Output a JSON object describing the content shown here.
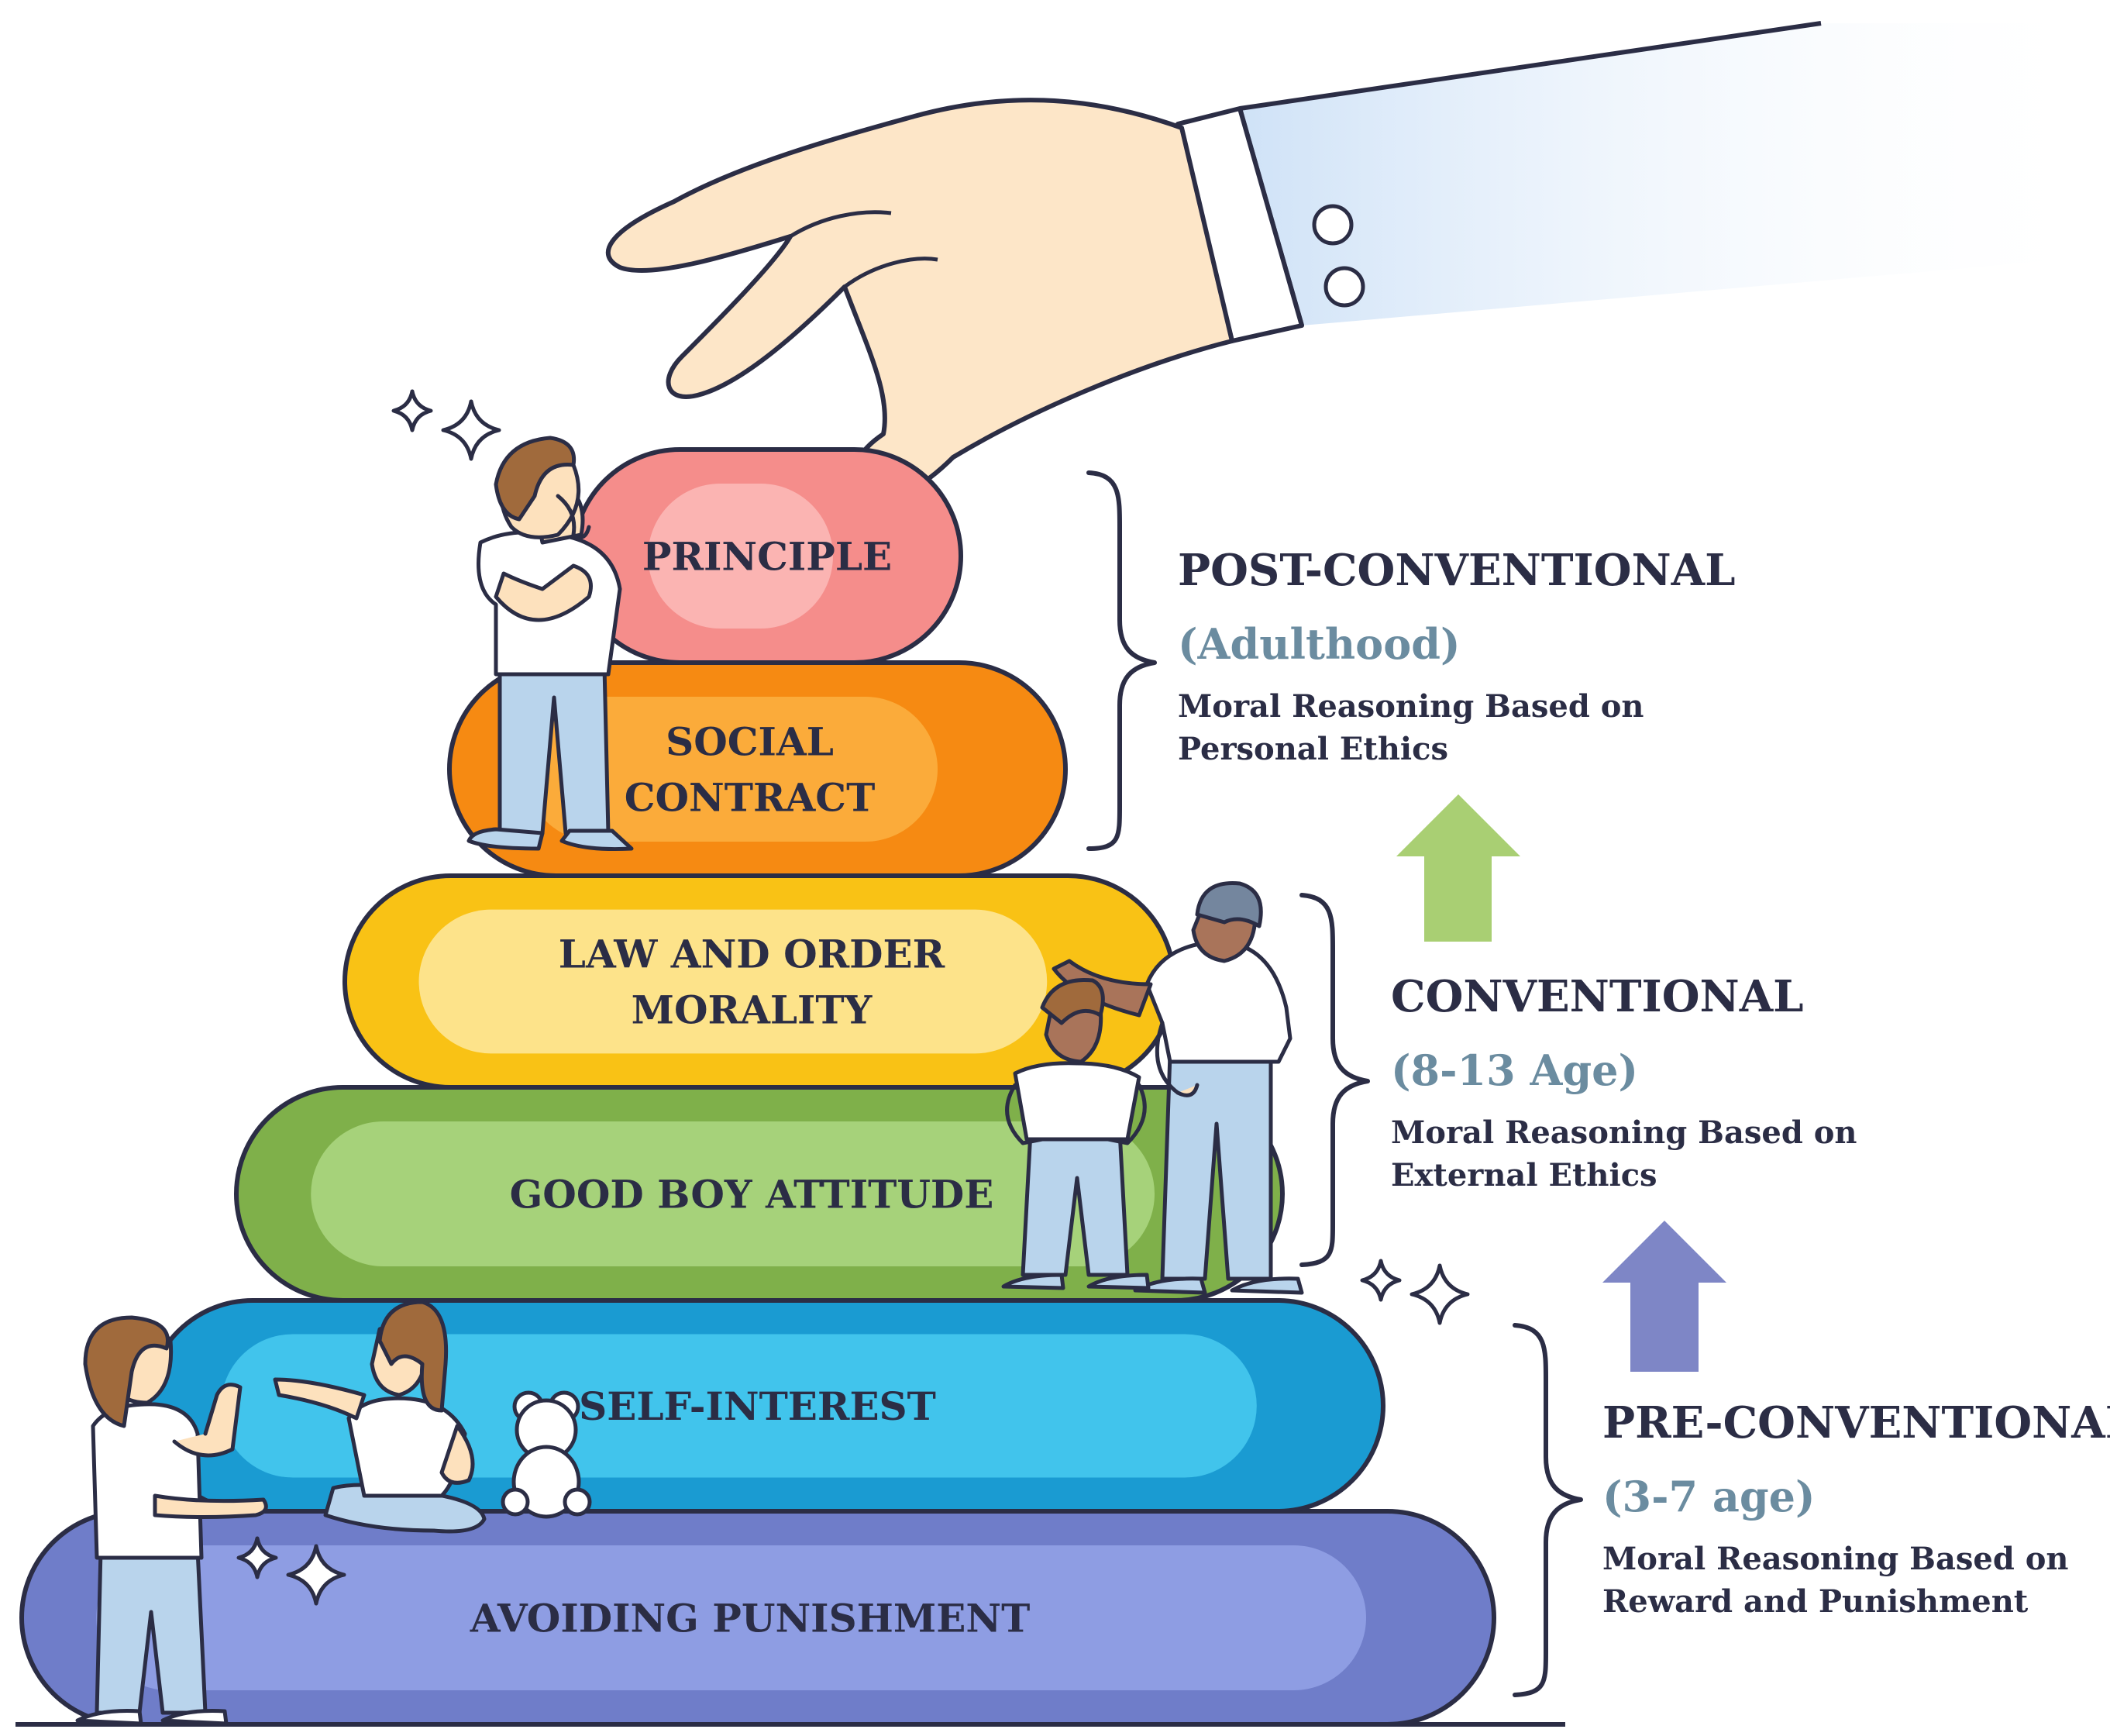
{
  "pills": [
    {
      "id": "avoiding-punishment",
      "lines": [
        "AVOIDING PUNISHMENT"
      ],
      "color": "#8e9de3",
      "dark": "#6f7dc9"
    },
    {
      "id": "self-interest",
      "lines": [
        "SELF-INTEREST"
      ],
      "color": "#41c4ec",
      "dark": "#1a9bd2"
    },
    {
      "id": "good-boy-attitude",
      "lines": [
        "GOOD BOY ATTITUDE"
      ],
      "color": "#a6d27a",
      "dark": "#7fb04a"
    },
    {
      "id": "law-and-order",
      "lines": [
        "LAW AND ORDER",
        "MORALITY"
      ],
      "color": "#fde38a",
      "dark": "#f9c215"
    },
    {
      "id": "social-contract",
      "lines": [
        "SOCIAL",
        "CONTRACT"
      ],
      "color": "#fbab3a",
      "dark": "#f68a12"
    },
    {
      "id": "principle",
      "lines": [
        "PRINCIPLE"
      ],
      "color": "#fbb4b2",
      "dark": "#f58d8b"
    }
  ],
  "stages": [
    {
      "id": "post-conventional",
      "title": "POST-CONVENTIONAL",
      "age": "(Adulthood)",
      "desc": [
        "Moral Reasoning Based on",
        "Personal Ethics"
      ]
    },
    {
      "id": "conventional",
      "title": "CONVENTIONAL",
      "age": "(8-13 Age)",
      "desc": [
        "Moral Reasoning Based on",
        "External Ethics"
      ]
    },
    {
      "id": "pre-conventional",
      "title": "PRE-CONVENTIONAL",
      "age": "(3-7 age)",
      "desc": [
        "Moral Reasoning Based on",
        "Reward and Punishment"
      ]
    }
  ],
  "arrows": [
    {
      "id": "green-up-arrow",
      "color": "#a9cf73"
    },
    {
      "id": "blue-up-arrow",
      "color": "#7e86c6"
    }
  ],
  "colors": {
    "outline": "#2b2d45",
    "skin": "#fbe1bd",
    "hair": "#a06a3c",
    "shirt": "#ffffff",
    "pants": "#b9d4ec",
    "sleeve": "#d6e7f8"
  }
}
